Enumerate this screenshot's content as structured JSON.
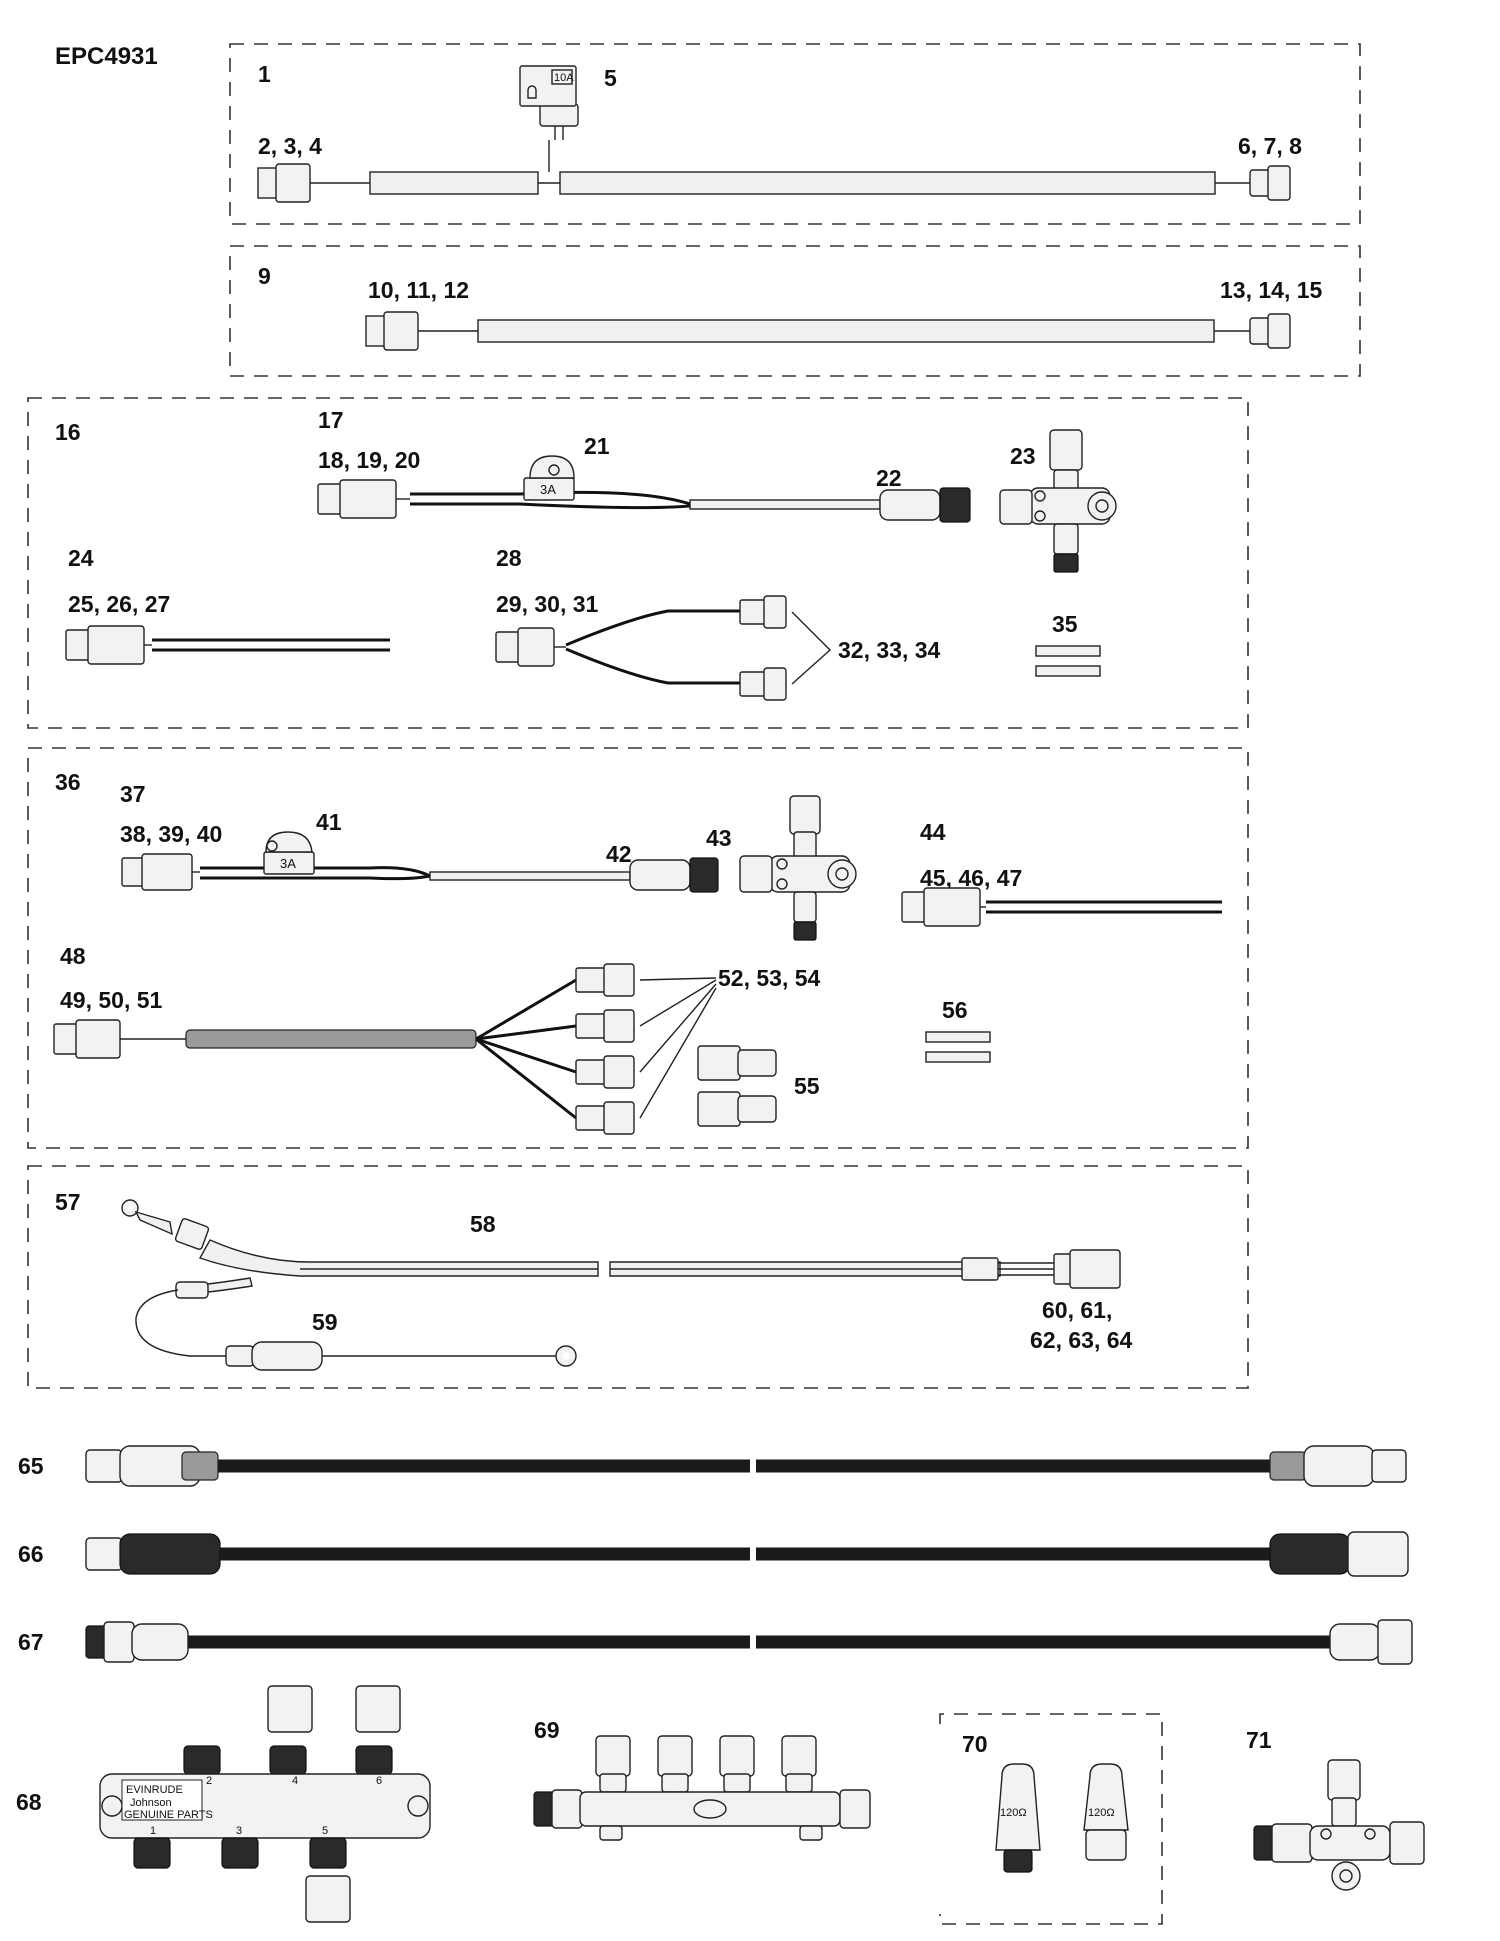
{
  "title": "EPC4931",
  "labels": {
    "l1": "1",
    "l5": "5",
    "l2_4": "2, 3, 4",
    "l6_8": "6, 7, 8",
    "l9": "9",
    "l10_12": "10, 11, 12",
    "l13_15": "13, 14, 15",
    "l16": "16",
    "l17": "17",
    "l18_20": "18, 19, 20",
    "l21": "21",
    "l22": "22",
    "l23": "23",
    "l24": "24",
    "l25_27": "25, 26, 27",
    "l28": "28",
    "l29_31": "29, 30, 31",
    "l32_34": "32, 33, 34",
    "l35": "35",
    "l36": "36",
    "l37": "37",
    "l38_40": "38, 39, 40",
    "l41": "41",
    "l42": "42",
    "l43": "43",
    "l44": "44",
    "l45_47": "45, 46, 47",
    "l48": "48",
    "l49_51": "49, 50, 51",
    "l52_54": "52, 53, 54",
    "l55": "55",
    "l56": "56",
    "l57": "57",
    "l58": "58",
    "l59": "59",
    "l60_61": "60, 61,",
    "l62_64": "62, 63, 64",
    "l65": "65",
    "l66": "66",
    "l67": "67",
    "l68": "68",
    "l69": "69",
    "l70": "70",
    "l71": "71"
  },
  "fuse_ratings": {
    "main": "10A",
    "fuse21": "3A",
    "fuse41": "3A"
  },
  "terminator_value": "120Ω",
  "junction_block": {
    "brand_line1": "EVINRUDE",
    "brand_line2": "Johnson",
    "brand_line3": "GENUINE PARTS",
    "port_numbers": [
      "1",
      "2",
      "3",
      "4",
      "5",
      "6"
    ]
  }
}
